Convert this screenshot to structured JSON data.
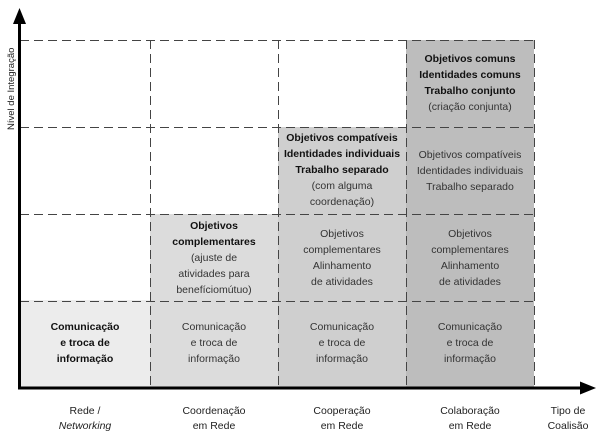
{
  "y_axis_label": "Nível de Integração",
  "x_axis_title": [
    "Tipo de",
    "Coalisão"
  ],
  "columns": [
    {
      "label_line1": "Rede /",
      "label_line2": "Networking",
      "line2_italic": true
    },
    {
      "label_line1": "Coordenação",
      "label_line2": "em Rede",
      "line2_italic": false
    },
    {
      "label_line1": "Cooperação",
      "label_line2": "em Rede",
      "line2_italic": false
    },
    {
      "label_line1": "Colaboração",
      "label_line2": "em Rede",
      "line2_italic": false
    }
  ],
  "colors": {
    "col1": "#ececec",
    "col2": "#dcdcdc",
    "col3": "#cfcfcf",
    "col4": "#bdbdbd",
    "axis": "#000000",
    "grid": "#444444"
  },
  "cells": {
    "c1r1": [
      {
        "text": "Comunicação",
        "bold": true
      },
      {
        "text": "e troca de",
        "bold": true
      },
      {
        "text": "informação",
        "bold": true
      }
    ],
    "c2r1": [
      {
        "text": "Comunicação",
        "bold": false
      },
      {
        "text": "e troca de",
        "bold": false
      },
      {
        "text": "informação",
        "bold": false
      }
    ],
    "c2r2": [
      {
        "text": "Objetivos",
        "bold": true
      },
      {
        "text": "complementares",
        "bold": true
      },
      {
        "text": "(ajuste de",
        "bold": false
      },
      {
        "text": "atividades para",
        "bold": false
      },
      {
        "text": "benefíciomútuo)",
        "bold": false
      }
    ],
    "c3r1": [
      {
        "text": "Comunicação",
        "bold": false
      },
      {
        "text": "e troca de",
        "bold": false
      },
      {
        "text": "informação",
        "bold": false
      }
    ],
    "c3r2": [
      {
        "text": "Objetivos",
        "bold": false
      },
      {
        "text": "complementares",
        "bold": false
      },
      {
        "text": "Alinhamento",
        "bold": false
      },
      {
        "text": "de atividades",
        "bold": false
      }
    ],
    "c3r3": [
      {
        "text": "Objetivos compatíveis",
        "bold": true
      },
      {
        "text": "Identidades individuais",
        "bold": true
      },
      {
        "text": "Trabalho separado",
        "bold": true
      },
      {
        "text": "(com alguma",
        "bold": false
      },
      {
        "text": "coordenação)",
        "bold": false
      }
    ],
    "c4r1": [
      {
        "text": "Comunicação",
        "bold": false
      },
      {
        "text": "e troca de",
        "bold": false
      },
      {
        "text": "informação",
        "bold": false
      }
    ],
    "c4r2": [
      {
        "text": "Objetivos",
        "bold": false
      },
      {
        "text": "complementares",
        "bold": false
      },
      {
        "text": "Alinhamento",
        "bold": false
      },
      {
        "text": "de atividades",
        "bold": false
      }
    ],
    "c4r3": [
      {
        "text": "Objetivos compatíveis",
        "bold": false
      },
      {
        "text": "Identidades individuais",
        "bold": false
      },
      {
        "text": "Trabalho separado",
        "bold": false
      }
    ],
    "c4r4": [
      {
        "text": "Objetivos comuns",
        "bold": true
      },
      {
        "text": "Identidades comuns",
        "bold": true
      },
      {
        "text": "Trabalho conjunto",
        "bold": true
      },
      {
        "text": "(criação conjunta)",
        "bold": false
      }
    ]
  }
}
